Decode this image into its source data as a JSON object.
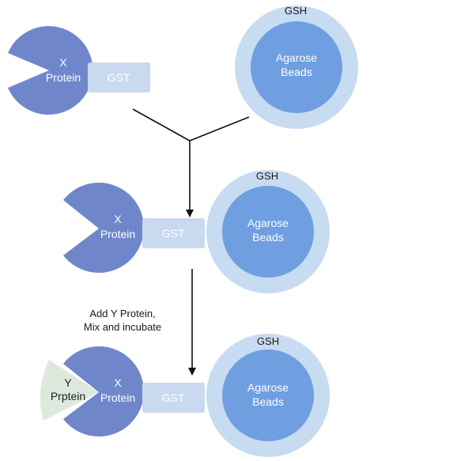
{
  "colors": {
    "protein_x": "#6f87ca",
    "protein_y": "#dce9dc",
    "gst_tag": "#c9d9ef",
    "bead_outer": "#c7dbf1",
    "bead_inner": "#6f9fe0",
    "connector_line": "#111111"
  },
  "panel1": {
    "protein_label_line1": "X",
    "protein_label_line2": "Protein",
    "gst_label": "GST",
    "gsh_label": "GSH",
    "bead_label_line1": "Agarose",
    "bead_label_line2": "Beads"
  },
  "panel2": {
    "protein_label_line1": "X",
    "protein_label_line2": "Protein",
    "gst_label": "GST",
    "gsh_label": "GSH",
    "bead_label_line1": "Agarose",
    "bead_label_line2": "Beads"
  },
  "step": {
    "line1": "Add Y Protein,",
    "line2": "Mix and incubate"
  },
  "panel3": {
    "y_protein_line1": "Y",
    "y_protein_line2": "Prptein",
    "protein_label_line1": "X",
    "protein_label_line2": "Protein",
    "gst_label": "GST",
    "gsh_label": "GSH",
    "bead_label_line1": "Agarose",
    "bead_label_line2": "Beads"
  }
}
